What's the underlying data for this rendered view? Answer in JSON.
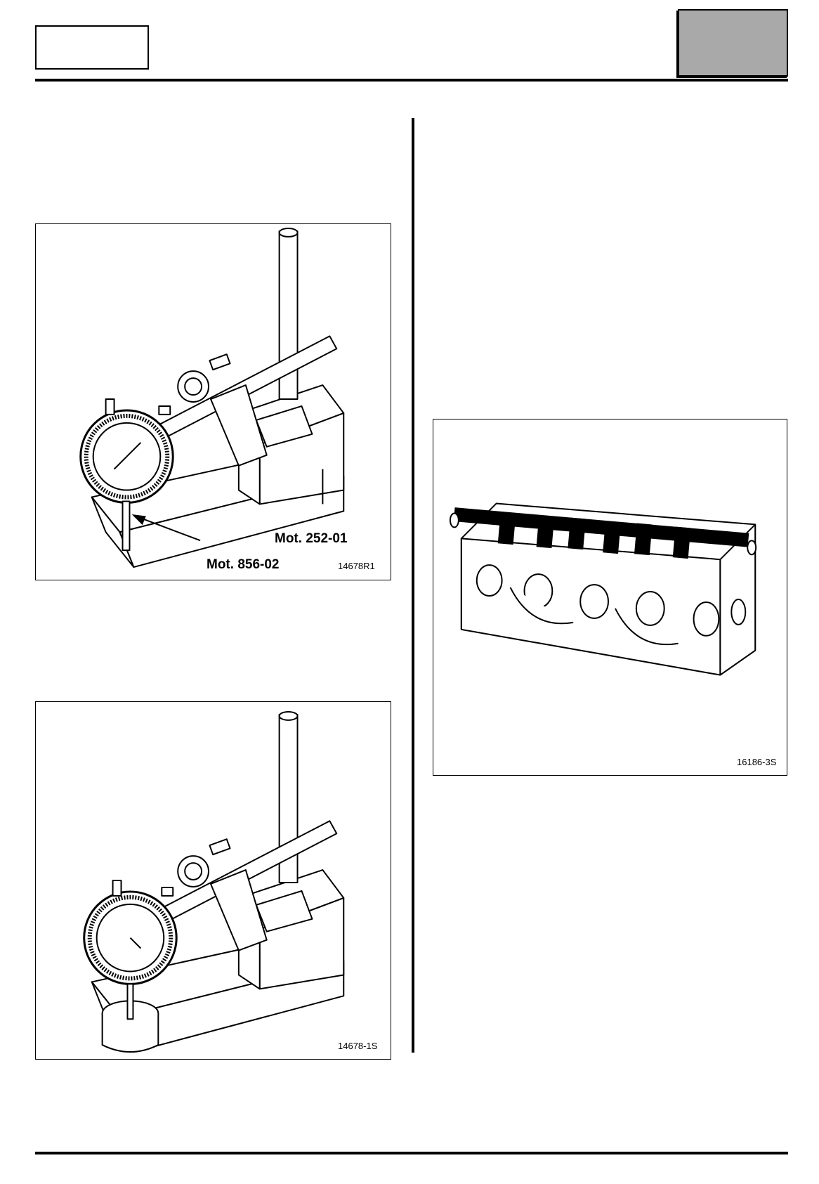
{
  "figures": [
    {
      "ref": "14678R1",
      "callouts": [
        "Mot. 252-01",
        "Mot. 856-02"
      ]
    },
    {
      "ref": "14678-1S"
    },
    {
      "ref": "16186-3S"
    }
  ]
}
